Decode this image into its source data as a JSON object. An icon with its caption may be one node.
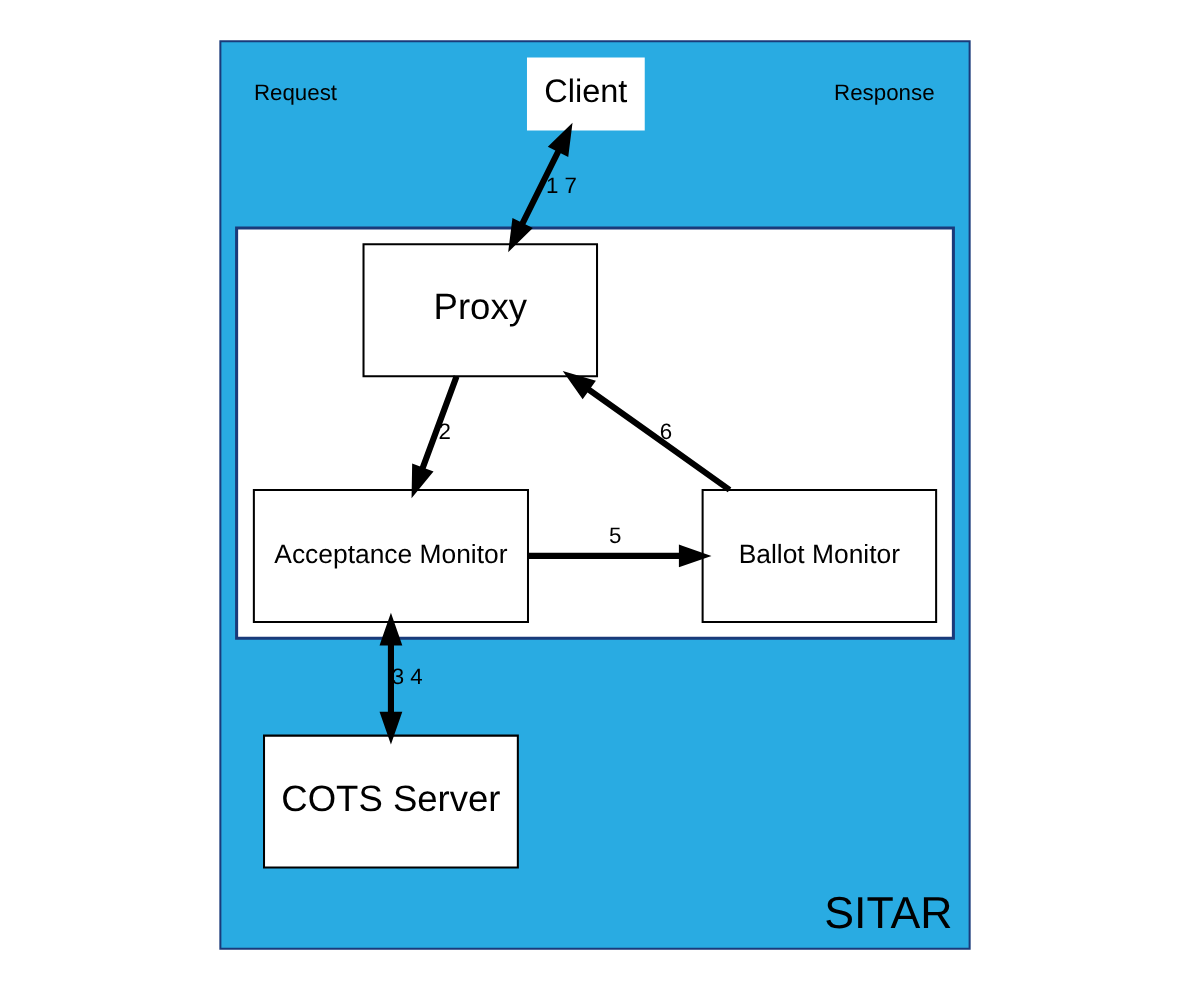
{
  "diagram": {
    "nodes": [
      {
        "text": [
          "SITAR"
        ]
      },
      {
        "text": [
          "Client"
        ],
        "in": 0
      },
      {
        "text": [],
        "shape": "box",
        "in": 0
      },
      {
        "text": [
          "Proxy"
        ],
        "in": 2
      },
      {
        "text": [
          "Ballot Monitor"
        ],
        "in": 2
      },
      {
        "text": [
          "Acceptance Monitor"
        ],
        "in": 2
      },
      {
        "text": [
          "COTS Server"
        ],
        "in": 0
      }
    ],
    "edges": [
      {
        "from": 1,
        "to": 3,
        "arrow": "both",
        "label": "1 7"
      },
      {
        "from": 3,
        "to": 5,
        "arrow": "to",
        "label": "2"
      },
      {
        "from": 5,
        "to": 4,
        "arrow": "to",
        "label": "5"
      },
      {
        "from": 4,
        "to": 3,
        "arrow": "to",
        "label": "6"
      },
      {
        "from": 5,
        "to": 6,
        "arrow": "both",
        "label": "3 4"
      }
    ],
    "labels": [
      "Request",
      "Response"
    ]
  }
}
